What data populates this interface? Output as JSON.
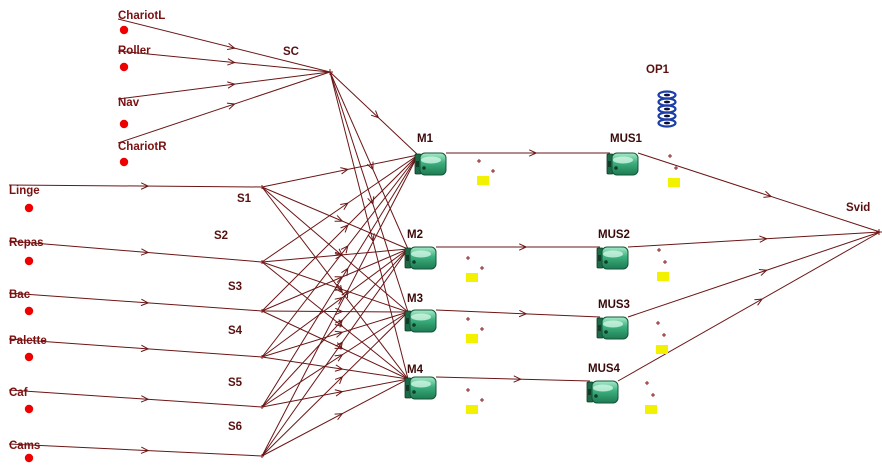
{
  "sources": [
    {
      "id": "chariotl",
      "label": "ChariotL"
    },
    {
      "id": "roller",
      "label": "Roller"
    },
    {
      "id": "nav",
      "label": "Nav"
    },
    {
      "id": "chariotr",
      "label": "ChariotR"
    },
    {
      "id": "linge",
      "label": "Linge"
    },
    {
      "id": "repas",
      "label": "Repas"
    },
    {
      "id": "bac",
      "label": "Bac"
    },
    {
      "id": "palette",
      "label": "Palette"
    },
    {
      "id": "caf",
      "label": "Caf"
    },
    {
      "id": "cams",
      "label": "Cams"
    }
  ],
  "junctions": [
    {
      "id": "sc",
      "label": "SC"
    },
    {
      "id": "s1",
      "label": "S1"
    },
    {
      "id": "s2",
      "label": "S2"
    },
    {
      "id": "s3",
      "label": "S3"
    },
    {
      "id": "s4",
      "label": "S4"
    },
    {
      "id": "s5",
      "label": "S5"
    },
    {
      "id": "s6",
      "label": "S6"
    }
  ],
  "machines": [
    {
      "id": "m1",
      "label": "M1"
    },
    {
      "id": "m2",
      "label": "M2"
    },
    {
      "id": "m3",
      "label": "M3"
    },
    {
      "id": "m4",
      "label": "M4"
    }
  ],
  "stores": [
    {
      "id": "mus1",
      "label": "MUS1"
    },
    {
      "id": "mus2",
      "label": "MUS2"
    },
    {
      "id": "mus3",
      "label": "MUS3"
    },
    {
      "id": "mus4",
      "label": "MUS4"
    }
  ],
  "operator": {
    "label": "OP1",
    "icon": "operator-chain-icon"
  },
  "sink": {
    "label": "Svid"
  },
  "colors": {
    "edge": "#6b1515",
    "source_dot": "#ee0000",
    "machine_fill": "#2f9a6e",
    "machine_light": "#8fdab7",
    "queue": "#f2f200",
    "operator": "#1c3fa8"
  }
}
